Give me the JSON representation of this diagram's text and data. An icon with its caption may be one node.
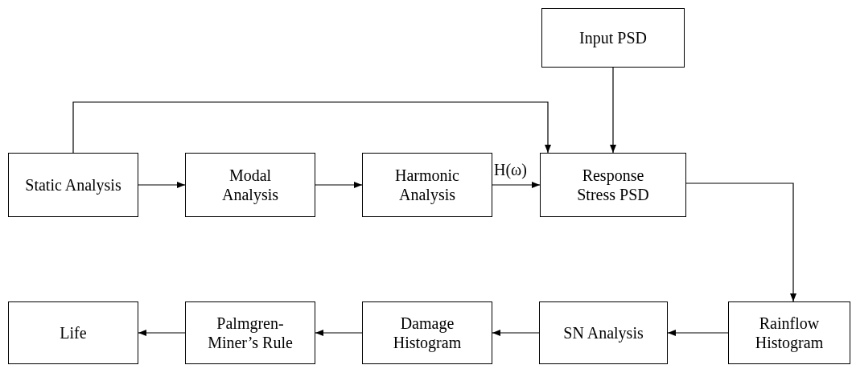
{
  "diagram": {
    "nodes": [
      {
        "text": [
          "Input PSD"
        ]
      },
      {
        "text": [
          "Static Analysis"
        ]
      },
      {
        "text": [
          "Modal Analysis"
        ]
      },
      {
        "text": [
          "Harmonic Analysis"
        ]
      },
      {
        "text": [
          "Response Stress PSD"
        ]
      },
      {
        "text": [
          "Life"
        ]
      },
      {
        "text": [
          "Palmgren-Miner’s Rule"
        ]
      },
      {
        "text": [
          "Damage Histogram"
        ]
      },
      {
        "text": [
          "SN Analysis"
        ]
      },
      {
        "text": [
          "Rainflow Histogram"
        ]
      }
    ],
    "edges": [
      {
        "from": 1,
        "to": 4,
        "arrow": "to"
      },
      {
        "from": 0,
        "to": 4,
        "arrow": "to"
      },
      {
        "from": 1,
        "to": 2,
        "arrow": "to"
      },
      {
        "from": 2,
        "to": 3,
        "arrow": "to"
      },
      {
        "from": 3,
        "to": 4,
        "arrow": "to",
        "label": "H(ω)"
      },
      {
        "from": 4,
        "to": 9,
        "arrow": "to"
      },
      {
        "from": 9,
        "to": 8,
        "arrow": "to"
      },
      {
        "from": 8,
        "to": 7,
        "arrow": "to"
      },
      {
        "from": 7,
        "to": 6,
        "arrow": "to"
      },
      {
        "from": 6,
        "to": 5,
        "arrow": "to"
      }
    ]
  }
}
